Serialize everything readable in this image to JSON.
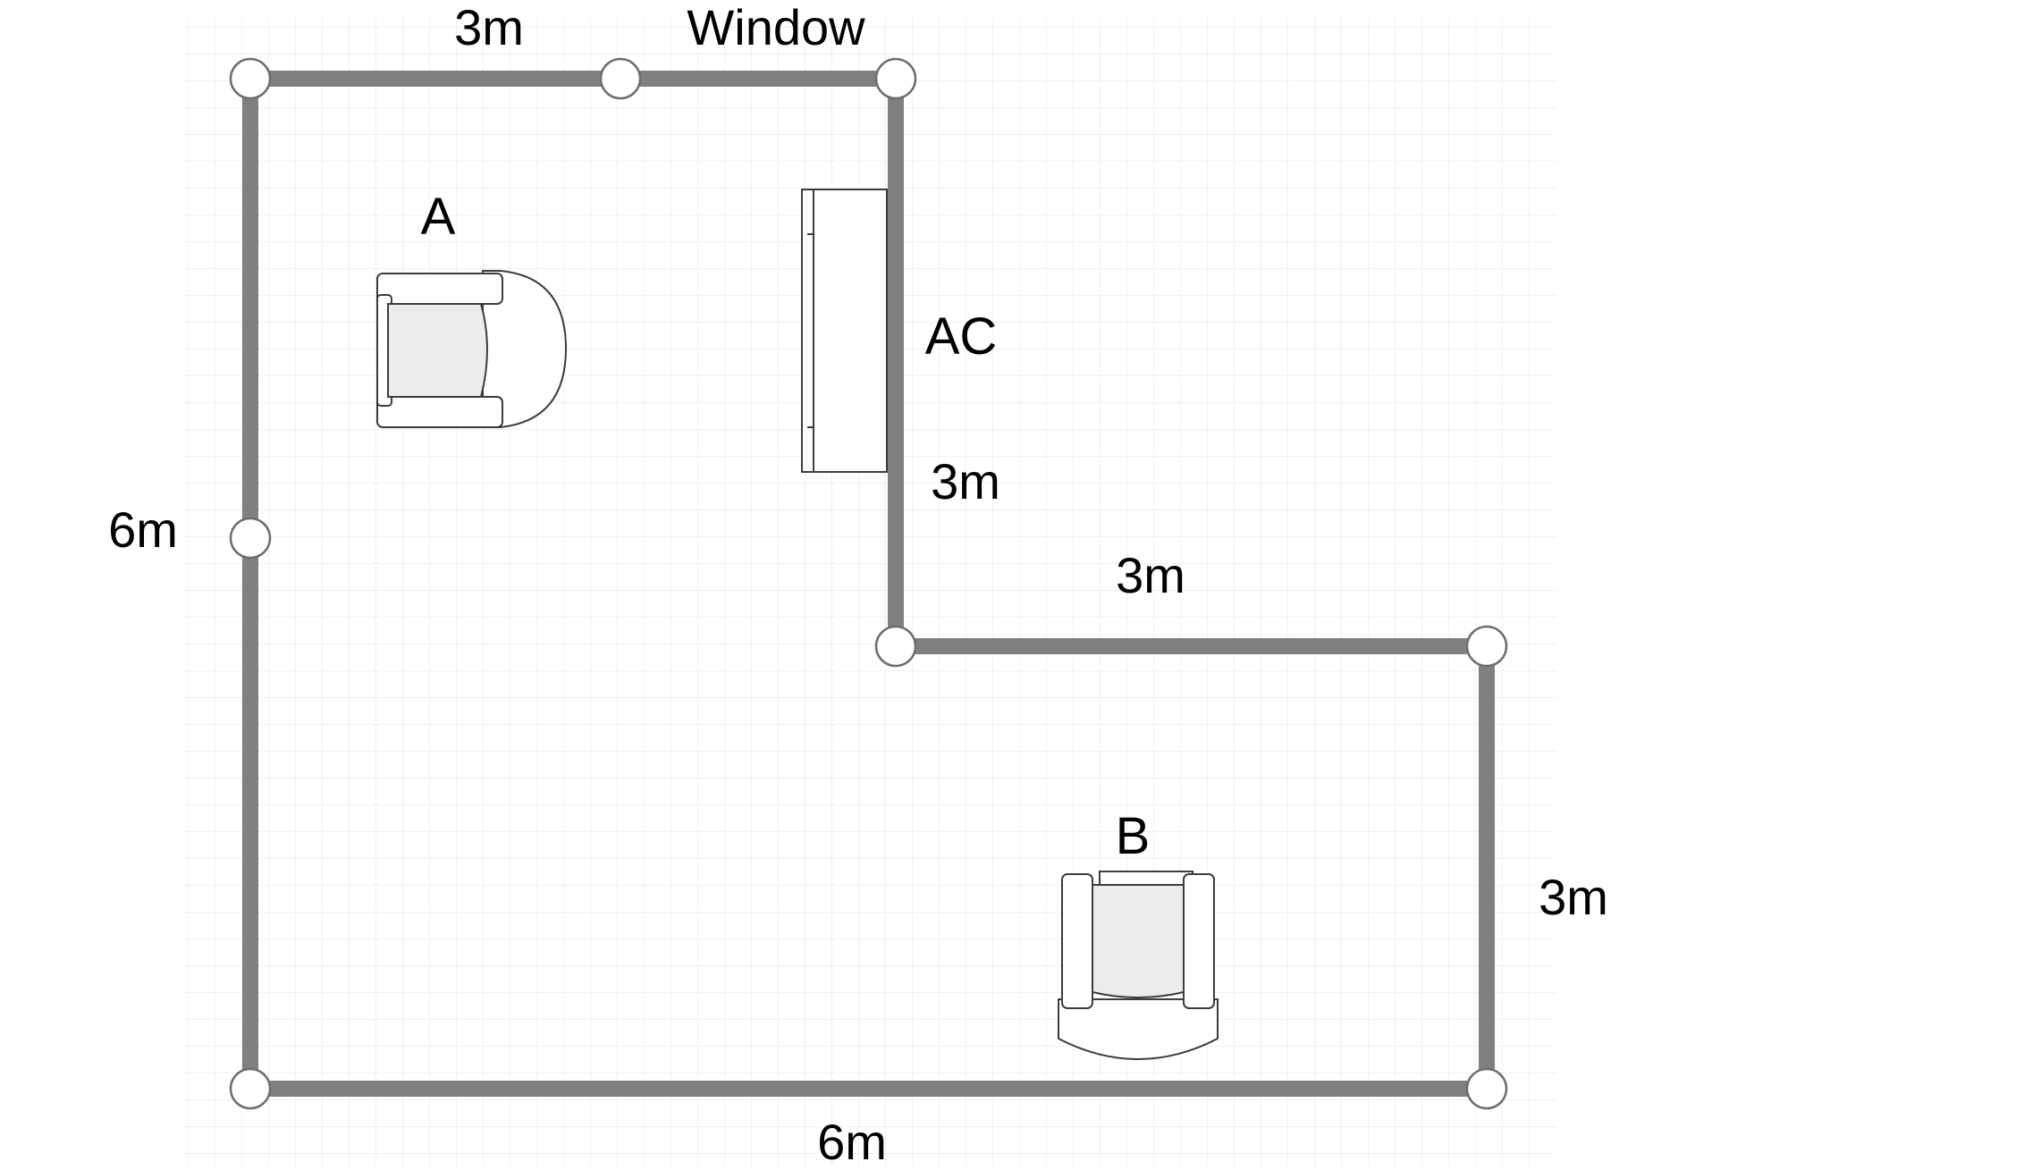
{
  "labels": {
    "top_left_dim": "3m",
    "window": "Window",
    "chair_a": "A",
    "ac": "AC",
    "inner_vertical_dim": "3m",
    "inner_horizontal_dim": "3m",
    "left_dim": "6m",
    "chair_b": "B",
    "right_dim": "3m",
    "bottom_dim": "6m"
  },
  "colors": {
    "wall": "#808080",
    "grid": "#e6e6e6",
    "node_fill": "#ffffff",
    "node_stroke": "#6e6e6e",
    "furniture_stroke": "#3c3c3c",
    "seat_fill": "#ececec"
  }
}
